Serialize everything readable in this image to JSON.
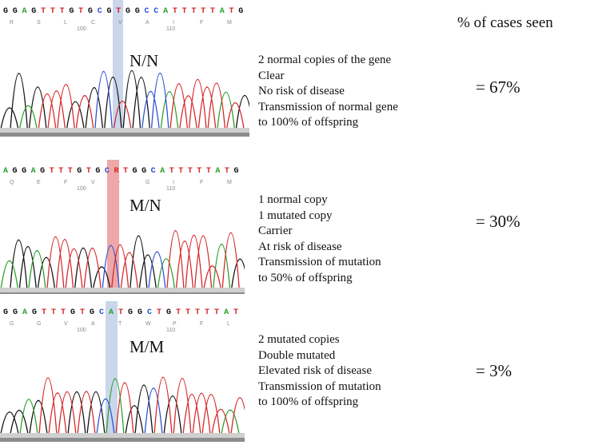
{
  "header": "% of cases seen",
  "panels": [
    {
      "genotype": "N/N",
      "sequence": "GGAGTTTGTGCGTGGCCATTTTTATG",
      "amino_acids": [
        "R",
        "S",
        "L",
        "C",
        "V",
        "A",
        "I",
        "F",
        "M"
      ],
      "positions": [
        "100",
        "110"
      ],
      "highlight_color": "#9fb4d8",
      "description": [
        "2 normal copies of the gene",
        "Clear",
        "No risk of disease",
        "Transmission of normal gene",
        "to 100% of offspring"
      ],
      "percent": "= 67%"
    },
    {
      "genotype": "M/N",
      "sequence": "AGGAGTTTGTGCRTGGCATTTTTATG",
      "amino_acids": [
        "Q",
        "E",
        "F",
        "V",
        "-",
        "G",
        "I",
        "F",
        "M"
      ],
      "positions": [
        "100",
        "110"
      ],
      "highlight_color": "#e06060",
      "description": [
        "1 normal copy",
        "1 mutated copy",
        "Carrier",
        "At risk of disease",
        "Transmission of mutation",
        "to 50% of offspring"
      ],
      "percent": "= 30%"
    },
    {
      "genotype": "M/M",
      "sequence": "GGAGTTTGTGCATGGCTGTTTTTAT",
      "amino_acids": [
        "G",
        "G",
        "V",
        "A",
        "T",
        "W",
        "P",
        "F",
        "L"
      ],
      "positions": [
        "100",
        "110"
      ],
      "highlight_color": "#9fb4d8",
      "description": [
        "2 mutated copies",
        "Double mutated",
        "Elevated risk of disease",
        "Transmission of mutation",
        "to 100% of offspring"
      ],
      "percent": "= 3%"
    }
  ],
  "colors": {
    "A": "#2ca02c",
    "C": "#2b50d6",
    "G": "#111111",
    "T": "#d62728",
    "R": "#d62728"
  }
}
